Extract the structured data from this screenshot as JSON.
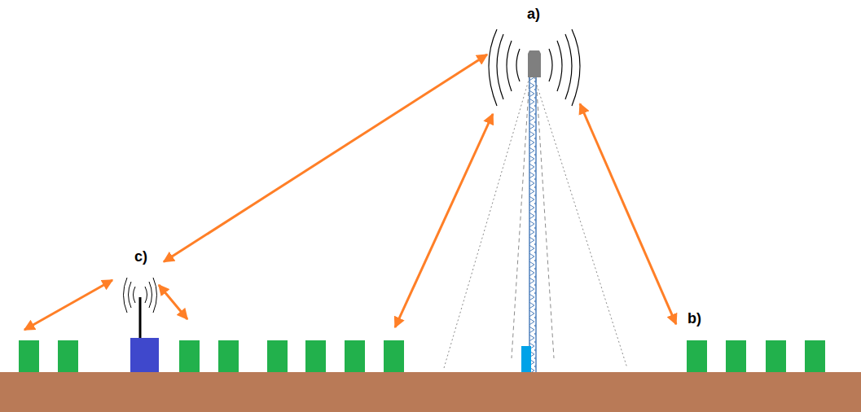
{
  "diagram": {
    "nodes": [
      {
        "text": [
          "a)"
        ]
      },
      {
        "text": [
          "c)"
        ]
      },
      {
        "text": [
          "b)"
        ]
      }
    ],
    "edges": [
      {
        "from": 0,
        "to": 1,
        "arrow": "both"
      },
      {
        "from": 0,
        "to": 2,
        "arrow": "both"
      }
    ]
  }
}
